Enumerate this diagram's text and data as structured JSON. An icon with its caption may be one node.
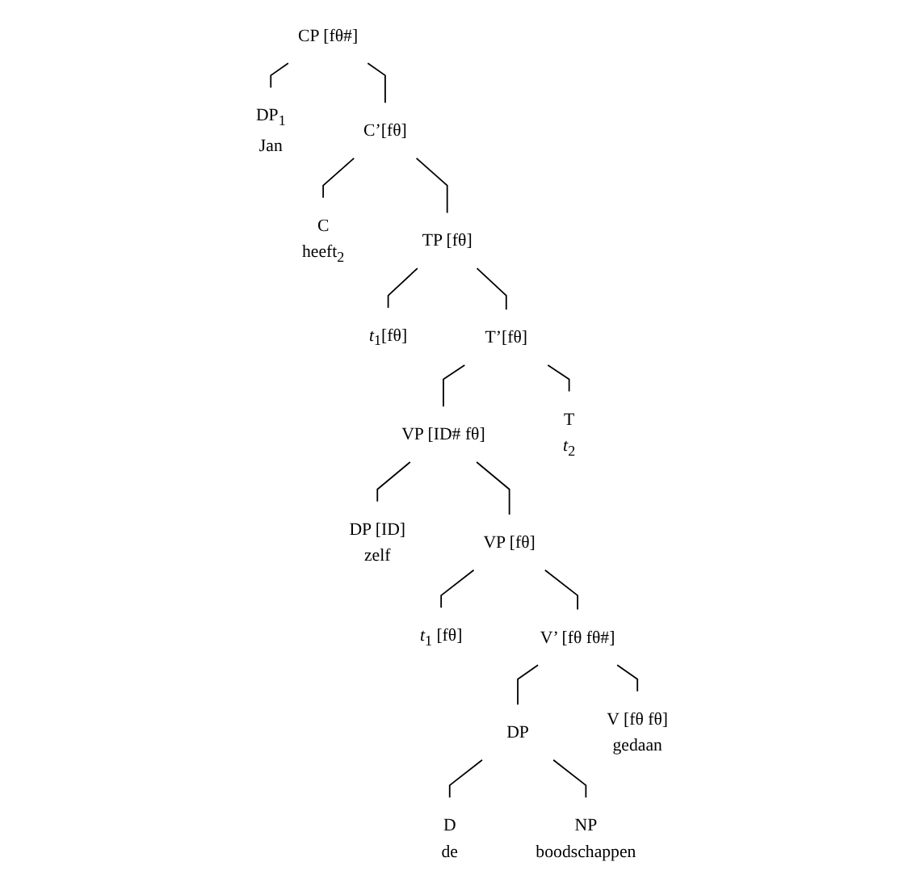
{
  "diagram": {
    "nodes": [
      {
        "text": [
          "CP [fθ#]"
        ]
      },
      {
        "text": [
          "DP$_{1}$",
          "Jan"
        ]
      },
      {
        "text": [
          "C’[fθ]"
        ]
      },
      {
        "text": [
          "C",
          "heeft$_{2}$"
        ]
      },
      {
        "text": [
          "TP [fθ]"
        ]
      },
      {
        "text": [
          "*t*$_{1}$[fθ]"
        ]
      },
      {
        "text": [
          "T’[fθ]"
        ]
      },
      {
        "text": [
          "VP [ID# fθ]"
        ]
      },
      {
        "text": [
          "T",
          "*t*$_{2}$"
        ]
      },
      {
        "text": [
          "DP [ID]",
          "zelf"
        ]
      },
      {
        "text": [
          "VP [fθ]"
        ]
      },
      {
        "text": [
          "*t*$_{1}$ [fθ]"
        ]
      },
      {
        "text": [
          "V’ [fθ fθ#]"
        ]
      },
      {
        "text": [
          "DP"
        ]
      },
      {
        "text": [
          "V [fθ fθ]",
          "gedaan"
        ]
      },
      {
        "text": [
          "D",
          "de"
        ]
      },
      {
        "text": [
          "NP",
          "boodschappen"
        ]
      }
    ],
    "edges": [
      {
        "from": 0,
        "to": 1,
        "arrow": "none"
      },
      {
        "from": 0,
        "to": 2,
        "arrow": "none"
      },
      {
        "from": 2,
        "to": 3,
        "arrow": "none"
      },
      {
        "from": 2,
        "to": 4,
        "arrow": "none"
      },
      {
        "from": 4,
        "to": 5,
        "arrow": "none"
      },
      {
        "from": 4,
        "to": 6,
        "arrow": "none"
      },
      {
        "from": 6,
        "to": 7,
        "arrow": "none"
      },
      {
        "from": 6,
        "to": 8,
        "arrow": "none"
      },
      {
        "from": 7,
        "to": 9,
        "arrow": "none"
      },
      {
        "from": 7,
        "to": 10,
        "arrow": "none"
      },
      {
        "from": 10,
        "to": 11,
        "arrow": "none"
      },
      {
        "from": 10,
        "to": 12,
        "arrow": "none"
      },
      {
        "from": 12,
        "to": 13,
        "arrow": "none"
      },
      {
        "from": 12,
        "to": 14,
        "arrow": "none"
      },
      {
        "from": 13,
        "to": 15,
        "arrow": "none"
      },
      {
        "from": 13,
        "to": 16,
        "arrow": "none"
      }
    ]
  }
}
